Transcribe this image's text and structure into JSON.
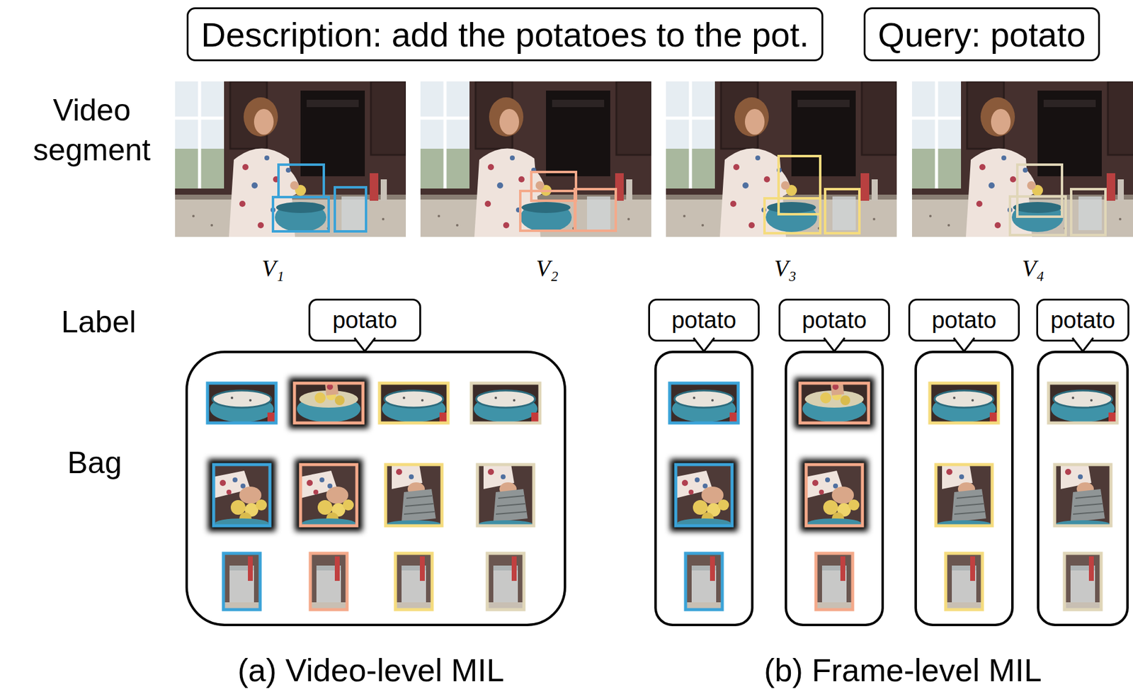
{
  "diagram": {
    "nodes": [
      {
        "text": [
          "Description: add the potatoes to the pot."
        ]
      },
      {
        "text": [
          "Query: potato"
        ]
      },
      {
        "text": [
          "potato"
        ]
      },
      {
        "text": [
          "potato"
        ]
      },
      {
        "text": [
          "potato"
        ]
      },
      {
        "text": [
          "potato"
        ]
      },
      {
        "text": [
          "potato"
        ]
      }
    ],
    "labels": [
      "Video segment",
      "V₁",
      "V₂",
      "V₃",
      "V₄",
      "Label",
      "Bag",
      "(a) Video-level MIL",
      "(b) Frame-level MIL"
    ]
  }
}
